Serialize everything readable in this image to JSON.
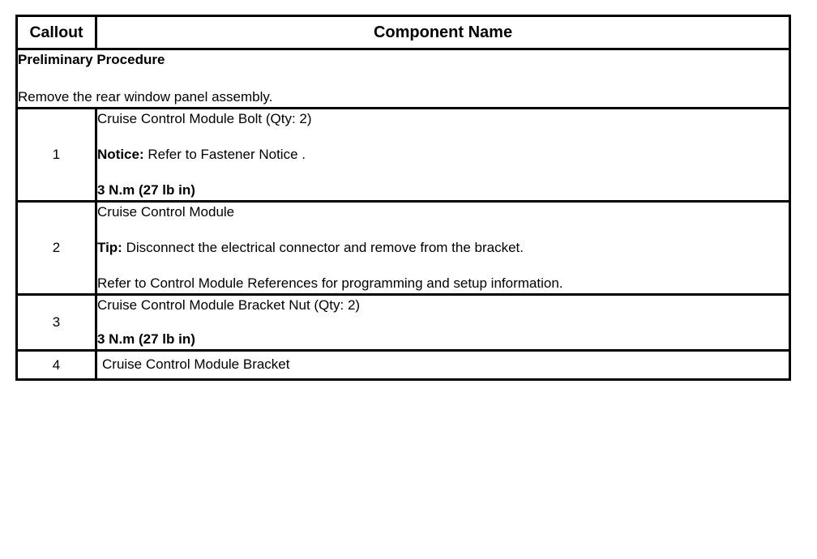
{
  "table": {
    "headers": {
      "callout": "Callout",
      "component_name": "Component Name"
    },
    "preliminary": {
      "title": "Preliminary Procedure",
      "text": "Remove the rear window panel assembly."
    },
    "rows": [
      {
        "callout": "1",
        "lines": [
          {
            "text": "Cruise Control Module Bolt (Qty: 2)",
            "bold": false
          },
          {
            "label": "Notice:",
            "text": " Refer to Fastener Notice .",
            "bold": false
          },
          {
            "text": "3 N.m (27 lb in)",
            "bold": true
          }
        ]
      },
      {
        "callout": "2",
        "lines": [
          {
            "text": "Cruise Control Module",
            "bold": false
          },
          {
            "label": "Tip:",
            "text": " Disconnect the electrical connector and remove from the bracket.",
            "bold": false
          },
          {
            "text": "Refer to Control Module References for programming and setup information.",
            "bold": false
          }
        ]
      },
      {
        "callout": "3",
        "lines": [
          {
            "text": "Cruise Control Module Bracket Nut (Qty: 2)",
            "bold": false
          },
          {
            "text": "3 N.m (27 lb in)",
            "bold": true
          }
        ]
      },
      {
        "callout": "4",
        "lines": [
          {
            "text": "Cruise Control Module Bracket",
            "bold": false
          }
        ]
      }
    ]
  },
  "row_labels": {
    "r1_l1": "Cruise Control Module Bolt (Qty: 2)",
    "r1_l2_label": "Notice:",
    "r1_l2_text": " Refer to Fastener Notice .",
    "r1_l3": "3 N.m (27 lb in)",
    "r2_l1": "Cruise Control Module",
    "r2_l2_label": "Tip:",
    "r2_l2_text": " Disconnect the electrical connector and remove from the bracket.",
    "r2_l3": "Refer to Control Module References for programming and setup information.",
    "r3_l1": "Cruise Control Module Bracket Nut (Qty: 2)",
    "r3_l2": "3 N.m (27 lb in)",
    "r4_l1": "Cruise Control Module Bracket"
  },
  "callouts": {
    "one": "1",
    "two": "2",
    "three": "3",
    "four": "4"
  },
  "colors": {
    "border": "#000000",
    "background": "#ffffff",
    "text": "#000000"
  }
}
